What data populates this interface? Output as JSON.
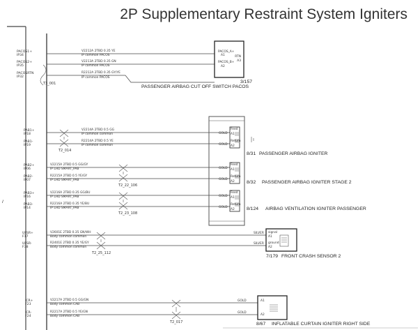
{
  "title": "2P Supplementary Restraint System Igniters",
  "left_marker": "/",
  "connector_pins": [
    {
      "name": "PACOS1+",
      "pin": "IP34"
    },
    {
      "name": "PACOS2+",
      "pin": "IP35"
    },
    {
      "name": "PACOSRTN",
      "pin": "IP32"
    },
    {
      "name": "PAB1+",
      "pin": "IP18"
    },
    {
      "name": "PAB1-",
      "pin": "IP19"
    },
    {
      "name": "PAB2+",
      "pin": "IP06"
    },
    {
      "name": "PAB2-",
      "pin": "IP07"
    },
    {
      "name": "PAB3+",
      "pin": "IP16"
    },
    {
      "name": "PAB3-",
      "pin": "IP14"
    },
    {
      "name": "UFSR+",
      "pin": "F17"
    },
    {
      "name": "UFSR-",
      "pin": "F38"
    },
    {
      "name": "ICR+",
      "pin": "F23"
    },
    {
      "name": "ICR-",
      "pin": "F24"
    }
  ],
  "wires": [
    {
      "line1": "V2212A  2TBD 0.35 YE",
      "line2": "IP  common  PACOS"
    },
    {
      "line1": "V2213A  2TBD 0.35 GN",
      "line2": "IP  common  PACOS"
    },
    {
      "line1": "R2212A  2TBD 0.35 GY/YE",
      "line2": "IP  common  PACOS"
    },
    {
      "line1": "V2214A  2TBD 0.5 GG",
      "line2": "IP  common  common"
    },
    {
      "line1": "R2214A  2TBD 0.5 YE",
      "line2": "IP  common  common"
    },
    {
      "line1": "V2215A  2TBD 0.5 GG/GY",
      "line2": "IP  LHD  SMART_PAB"
    },
    {
      "line1": "R2215A  2TBD 0.5 YE/GY",
      "line2": "IP  LHD  SMART_PAB"
    },
    {
      "line1": "V2216A  2TBD 0.35 GG/BU",
      "line2": "IP  LHD  SMART_PAB"
    },
    {
      "line1": "R2216A  2TBD 0.35 YE/BU",
      "line2": "IP  LHD  SMART_PAB"
    },
    {
      "line1": "V2601E  2TBD 0.35 GN/WH",
      "line2": "Body  common  common"
    },
    {
      "line1": "R2401E  2TBD 0.35 YE/GY",
      "line2": "Body  common  common"
    },
    {
      "line1": "V2217A  2TBD 0.5 GG/GN",
      "line2": "Body  common  CAB"
    },
    {
      "line1": "R2217A  2TBD 0.5 YE/GN",
      "line2": "Body  common  CAB"
    }
  ],
  "twists": [
    "T3_001",
    "T2_014",
    "T2_22_106",
    "T2_23_108",
    "T2_25_112",
    "T2_017"
  ],
  "pacos": {
    "pin1": "PACOS_A+",
    "pin1_id": "A1",
    "pin2": "PACOS_B+",
    "pin2_id": "A2",
    "pin3": "RTN",
    "pin3_id": "A3",
    "ref": "3/157",
    "label": "PASSENGER AIRBAG CUT OFF SWITCH PACOS"
  },
  "igniters": [
    {
      "ref": "8/31",
      "label": "PASSENGER AIRBAG IGNITER"
    },
    {
      "ref": "8/32",
      "label": "PASSENGER AIRBAG IGNITER STAGE 2"
    },
    {
      "ref": "8/124",
      "label": "AIRBAG VENTILATION IGNITER PASSENGER"
    }
  ],
  "igniter_pins": {
    "plating": "GOLD",
    "feed": "Feed",
    "return": "Return",
    "a1": "A1",
    "a2": "A2"
  },
  "sensor": {
    "ref": "7/179",
    "label": "FRONT CRASH SENSOR 2",
    "plating": "SILVER",
    "pin1": "signal",
    "pin1_id": "A1",
    "pin2": "ground",
    "pin2_id": "A2"
  },
  "curtain": {
    "ref": "8/67",
    "label": "INFLATABLE CURTAIN IGNITER RIGHT SIDE",
    "plating": "GOLD",
    "a1": "A1",
    "a2": "A2"
  }
}
